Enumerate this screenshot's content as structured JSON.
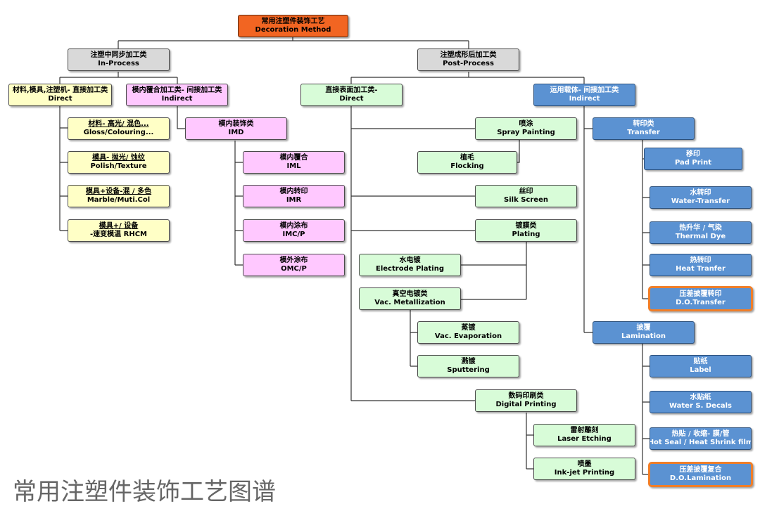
{
  "caption": "常用注塑件装饰工艺图谱",
  "nodes": {
    "root": {
      "zh": "常用注塑件装饰工艺",
      "en": "Decoration Method"
    },
    "in_process": {
      "zh": "注塑中同步加工类",
      "en": "In-Process"
    },
    "post_process": {
      "zh": "注塑成形后加工类",
      "en": "Post-Process"
    },
    "direct_in": {
      "zh": "材料,模具,注塑机- 直接加工类",
      "en": "Direct"
    },
    "indirect_in": {
      "zh": "模内覆合加工类- 间接加工类",
      "en": "Indirect"
    },
    "gloss": {
      "zh": "材料- 高光/ 混色...",
      "en": "Gloss/Colouring..."
    },
    "polish": {
      "zh": "模具- 抛光/ 蚀纹",
      "en": "Polish/Texture"
    },
    "marble": {
      "zh": "模具+设备-混 / 多色",
      "en": "Marble/Muti.Col"
    },
    "rhcm": {
      "zh": "模具+/ 设备",
      "en": "-速变模温 RHCM"
    },
    "imd": {
      "zh": "模内装饰类",
      "en": "IMD"
    },
    "iml": {
      "zh": "模内覆合",
      "en": "IML"
    },
    "imr": {
      "zh": "模内转印",
      "en": "IMR"
    },
    "imc": {
      "zh": "模内涂布",
      "en": "IMC/P"
    },
    "omc": {
      "zh": "模外涂布",
      "en": "OMC/P"
    },
    "direct_post": {
      "zh": "直接表面加工类-",
      "en": "Direct"
    },
    "indirect_post": {
      "zh": "运用载体- 间接加工类",
      "en": "Indirect"
    },
    "spray": {
      "zh": "喷涂",
      "en": "Spray Painting"
    },
    "flocking": {
      "zh": "植毛",
      "en": "Flocking"
    },
    "silk": {
      "zh": "丝印",
      "en": "Silk Screen"
    },
    "plating": {
      "zh": "镀膜类",
      "en": "Plating"
    },
    "electrode": {
      "zh": "水电镀",
      "en": "Electrode Plating"
    },
    "vac_metal": {
      "zh": "真空电镀类",
      "en": "Vac. Metallization"
    },
    "evaporation": {
      "zh": "蒸镀",
      "en": "Vac. Evaporation"
    },
    "sputtering": {
      "zh": "溅镀",
      "en": "Sputtering"
    },
    "digital": {
      "zh": "数码印刷类",
      "en": "Digital Printing"
    },
    "laser": {
      "zh": "雷射雕刻",
      "en": "Laser Etching"
    },
    "inkjet": {
      "zh": "喷墨",
      "en": "Ink-jet Printing"
    },
    "transfer": {
      "zh": "转印类",
      "en": "Transfer"
    },
    "pad": {
      "zh": "移印",
      "en": "Pad Print"
    },
    "water_transfer": {
      "zh": "水转印",
      "en": "Water-Transfer"
    },
    "thermal_dye": {
      "zh": "热升华 / 气染",
      "en": "Thermal Dye"
    },
    "heat_transfer": {
      "zh": "热转印",
      "en": "Heat Tranfer"
    },
    "do_transfer": {
      "zh": "压差披覆转印",
      "en": "D.O.Transfer"
    },
    "lamination": {
      "zh": "披覆",
      "en": "Lamination"
    },
    "label": {
      "zh": "贴纸",
      "en": "Label"
    },
    "decals": {
      "zh": "水贴纸",
      "en": "Water S. Decals"
    },
    "hot_seal": {
      "zh": "热贴 / 收缩- 膜/管",
      "en": "Hot Seal / Heat Shrink film"
    },
    "do_lamination": {
      "zh": "压差披覆复合",
      "en": "D.O.Lamination"
    }
  },
  "colors": {
    "root": "#f26522",
    "process": "#d9d9d9",
    "direct_in": "#ffffc6",
    "indirect_in": "#ffc8ff",
    "direct_post": "#d8fcd8",
    "indirect_post": "#5b92d2",
    "highlight_border": "#f07e28"
  }
}
